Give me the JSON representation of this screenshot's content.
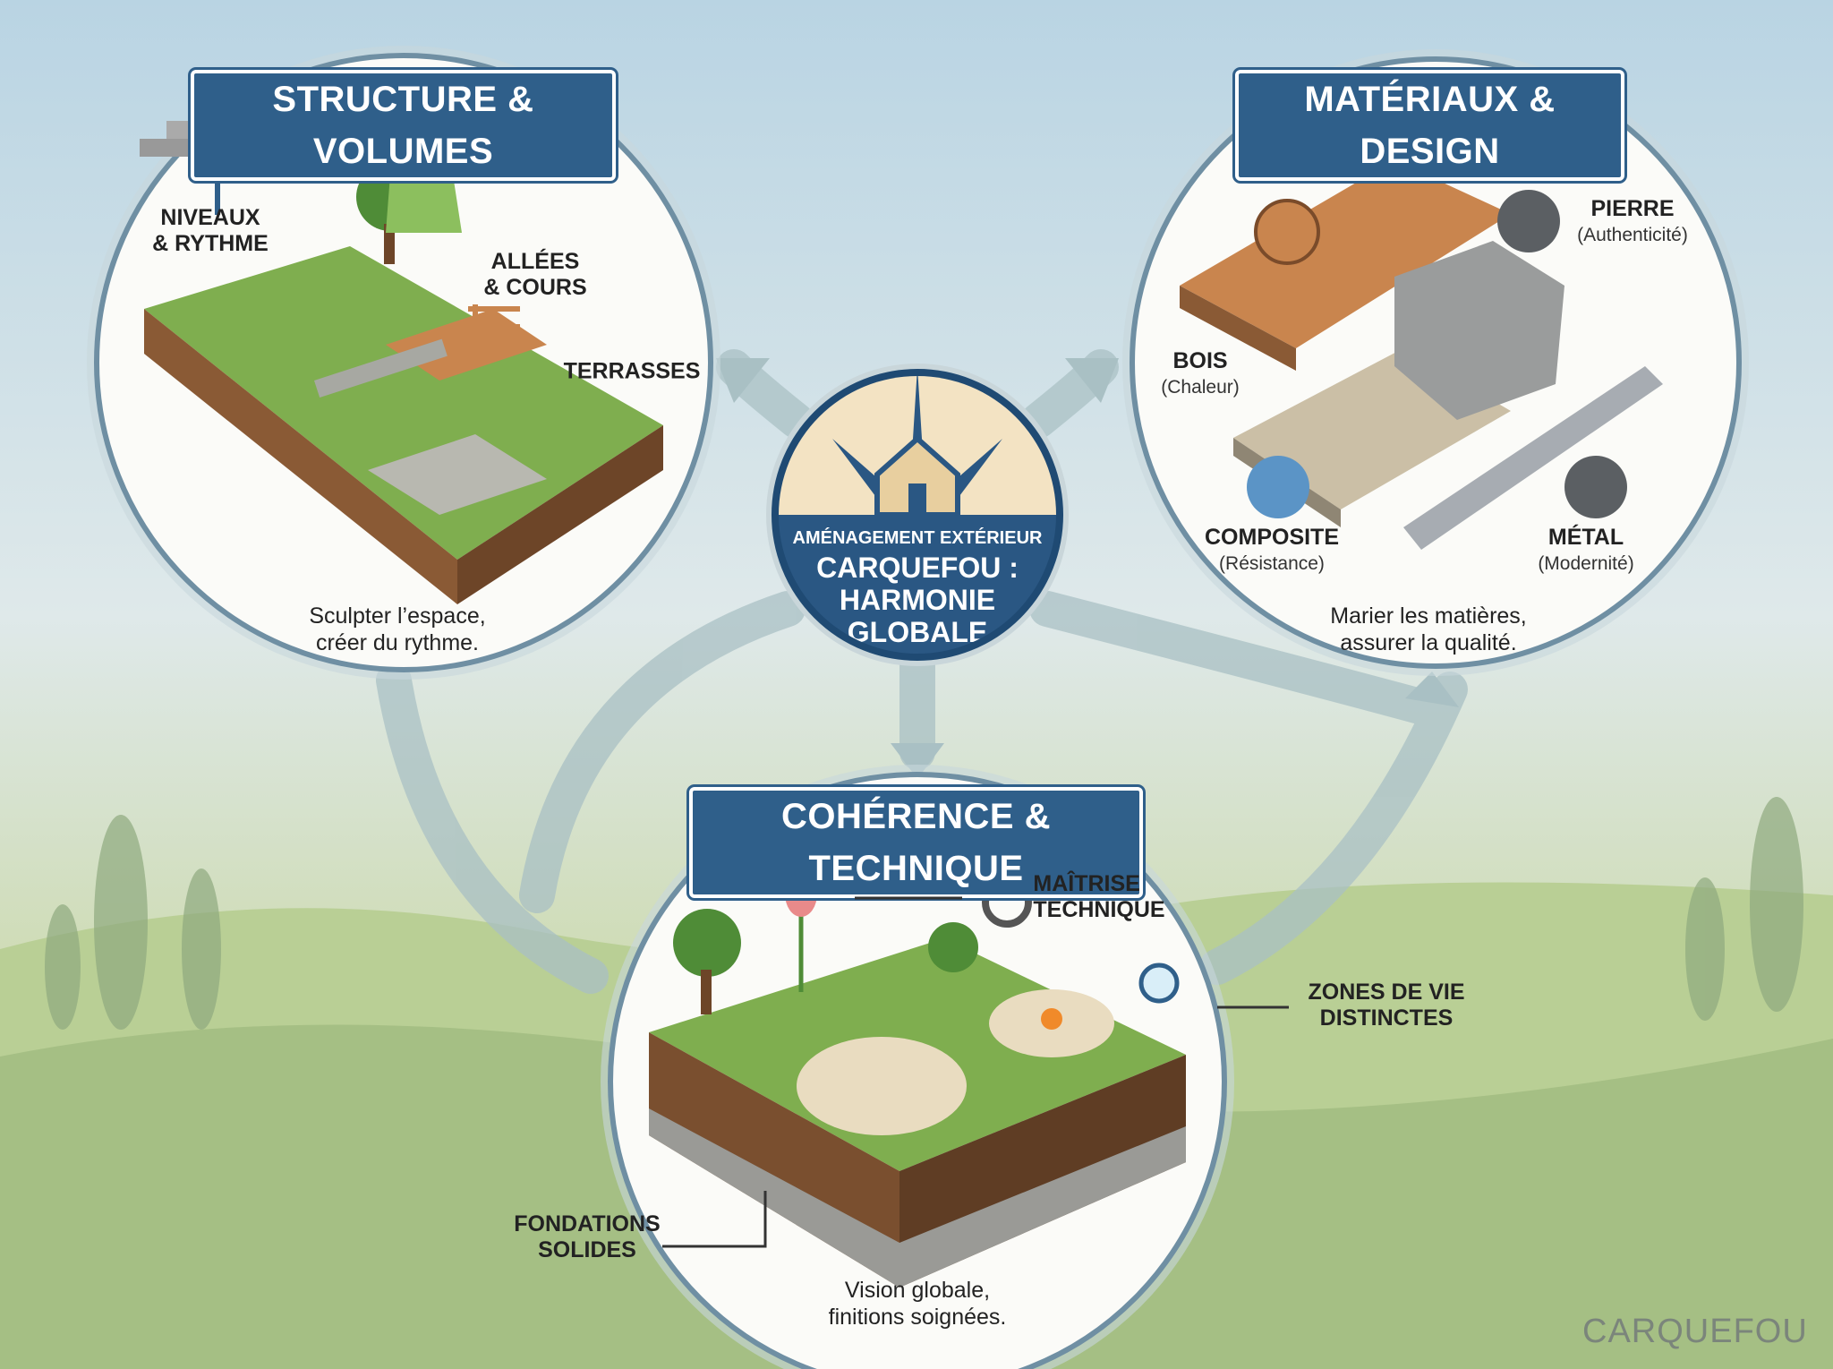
{
  "center": {
    "line1": "AMÉNAGEMENT EXTÉRIEUR",
    "line2": "CARQUEFOU :",
    "line3": "HARMONIE",
    "line4": "GLOBALE"
  },
  "structure": {
    "title": "STRUCTURE & VOLUMES",
    "labels": [
      {
        "text": "NIVEAUX\n& RYTHME"
      },
      {
        "text": "ALLÉES\n& COURS"
      },
      {
        "text": "TERRASSES"
      }
    ],
    "caption1": "Sculpter l’espace,",
    "caption2": "créer du rythme."
  },
  "materiaux": {
    "title": "MATÉRIAUX & DESIGN",
    "items": [
      {
        "name": "BOIS",
        "sub": "(Chaleur)"
      },
      {
        "name": "PIERRE",
        "sub": "(Authenticité)"
      },
      {
        "name": "COMPOSITE",
        "sub": "(Résistance)"
      },
      {
        "name": "MÉTAL",
        "sub": "(Modernité)"
      }
    ],
    "caption1": "Marier les matières,",
    "caption2": "assurer la qualité."
  },
  "coherence": {
    "title": "COHÉRENCE & TECHNIQUE",
    "labels": [
      {
        "text": "MAÎTRISE\nTECHNIQUE"
      },
      {
        "text": "ZONES DE VIE\nDISTINCTES"
      },
      {
        "text": "FONDATIONS\nSOLIDES"
      }
    ],
    "caption1": "Vision globale,",
    "caption2": "finitions soignées."
  },
  "watermark": "CARQUEFOU",
  "colors": {
    "primary": "#2f5f8a",
    "grass": "#7fae4f",
    "soil": "#8a5a35",
    "wood": "#c9854e"
  }
}
